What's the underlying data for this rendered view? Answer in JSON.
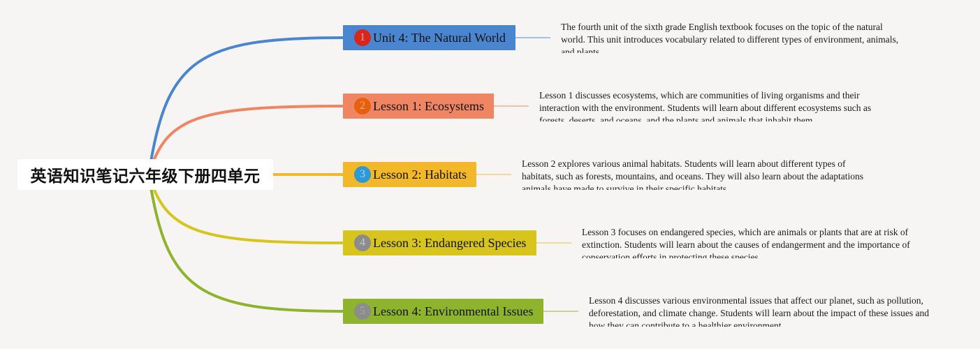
{
  "root": {
    "title": "英语知识笔记六年级下册四单元"
  },
  "branches": [
    {
      "number": "1",
      "label": "Unit 4: The Natural World",
      "color": "#4a86d0",
      "badge_color": "#d7261c",
      "badge_text_color": "#f0a0a0",
      "description": "The fourth unit of the sixth grade English textbook focuses on the topic of the natural world. This unit introduces vocabulary related to different types of environment, animals, and plants."
    },
    {
      "number": "2",
      "label": "Lesson 1: Ecosystems",
      "color": "#f08564",
      "badge_color": "#e8600f",
      "badge_text_color": "#f6b07a",
      "description": "Lesson 1 discusses ecosystems, which are communities of living organisms and their interaction with the environment. Students will learn about different ecosystems such as forests, deserts, and oceans, and the plants and animals that inhabit them."
    },
    {
      "number": "3",
      "label": "Lesson 2: Habitats",
      "color": "#f3b72a",
      "badge_color": "#2d9ad6",
      "badge_text_color": "#a8d6ef",
      "description": "Lesson 2 explores various animal habitats. Students will learn about different types of habitats, such as forests, mountains, and oceans. They will also learn about the adaptations animals have made to survive in their specific habitats."
    },
    {
      "number": "4",
      "label": "Lesson 3: Endangered Species",
      "color": "#d7c41c",
      "badge_color": "#8c8c8c",
      "badge_text_color": "#c8c8c8",
      "description": "Lesson 3 focuses on endangered species, which are animals or plants that are at risk of extinction. Students will learn about the causes of endangerment and the importance of conservation efforts in protecting these species."
    },
    {
      "number": "5",
      "label": "Lesson 4: Environmental Issues",
      "color": "#8db42c",
      "badge_color": "#8c8c8c",
      "badge_text_color": "#a8a8a8",
      "description": "Lesson 4 discusses various environmental issues that affect our planet, such as pollution, deforestation, and climate change. Students will learn about the impact of these issues and how they can contribute to a healthier environment."
    }
  ]
}
